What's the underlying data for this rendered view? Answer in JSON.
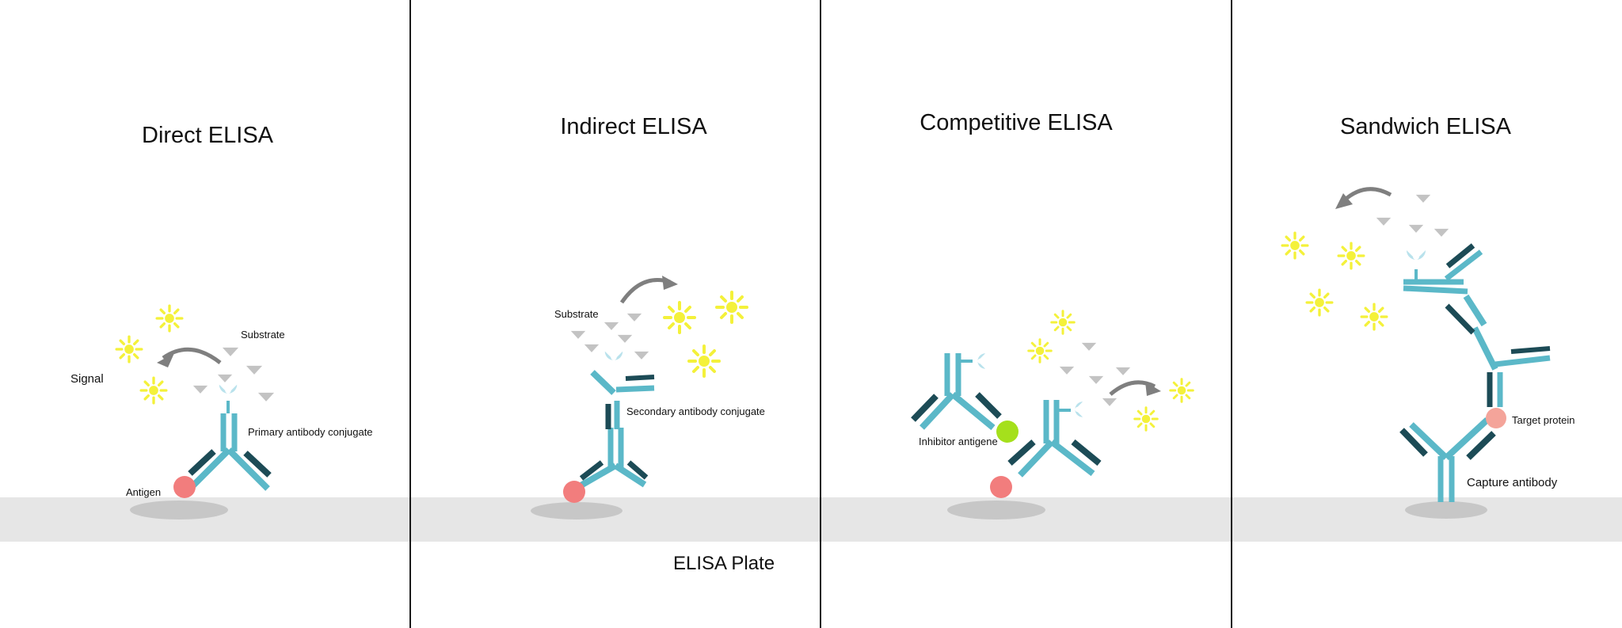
{
  "colors": {
    "antibody": "#5bb8c8",
    "antibody_dark": "#1c4b56",
    "antigen": "#f27d7d",
    "target_protein": "#f4a49a",
    "inhibitor": "#a5e01c",
    "signal": "#f4f13a",
    "substrate": "#c3c3c3",
    "enzyme": "#b9e2ec",
    "plate": "#e6e6e6",
    "shadow": "#c7c7c7",
    "arrow": "#7f7f7f",
    "divider": "#1a1a1a"
  },
  "panels": [
    {
      "id": "direct",
      "title": "Direct ELISA",
      "labels": {
        "substrate": "Substrate",
        "signal": "Signal",
        "primary": "Primary antibody conjugate",
        "antigen": "Antigen"
      }
    },
    {
      "id": "indirect",
      "title": "Indirect ELISA",
      "labels": {
        "substrate": "Substrate",
        "secondary": "Secondary antibody conjugate"
      }
    },
    {
      "id": "competitive",
      "title": "Competitive ELISA",
      "labels": {
        "inhibitor": "Inhibitor antigene"
      }
    },
    {
      "id": "sandwich",
      "title": "Sandwich ELISA",
      "labels": {
        "target": "Target protein",
        "capture": "Capture antibody"
      }
    }
  ],
  "plate_label": "ELISA Plate"
}
